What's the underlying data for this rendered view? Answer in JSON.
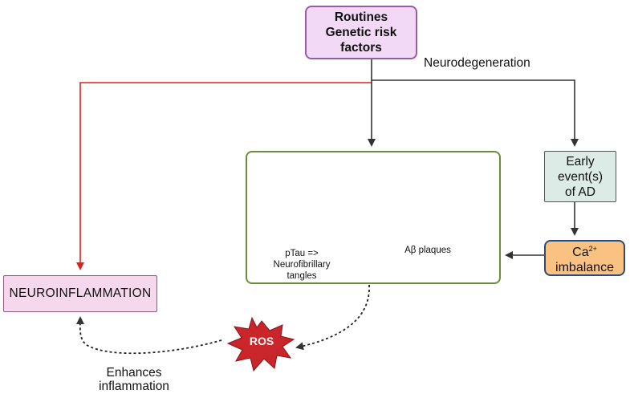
{
  "nodes": {
    "top": {
      "line1": "Routines",
      "line2": "Genetic risk",
      "line3": "factors"
    },
    "early": {
      "line1": "Early",
      "line2": "event(s)",
      "line3": "of AD"
    },
    "ca": {
      "base": "Ca",
      "sup": "2+",
      "line2": "imbalance"
    },
    "neuroinflammation": "NEUROINFLAMMATION",
    "ros": "ROS"
  },
  "labels": {
    "neurodegeneration": "Neurodegeneration",
    "ptau": {
      "line1": "pTau =>",
      "line2": "Neurofibrillary",
      "line3": "tangles"
    },
    "abeta": "Aβ plaques",
    "enhances": {
      "line1": "Enhances",
      "line2": "inflammation"
    }
  },
  "colors": {
    "red_arrow": "#e0201b",
    "dark_arrow": "#333333",
    "ros_fill": "#c8262b",
    "tangle": "#9c2a55",
    "plaque": "#8b6a3a"
  }
}
